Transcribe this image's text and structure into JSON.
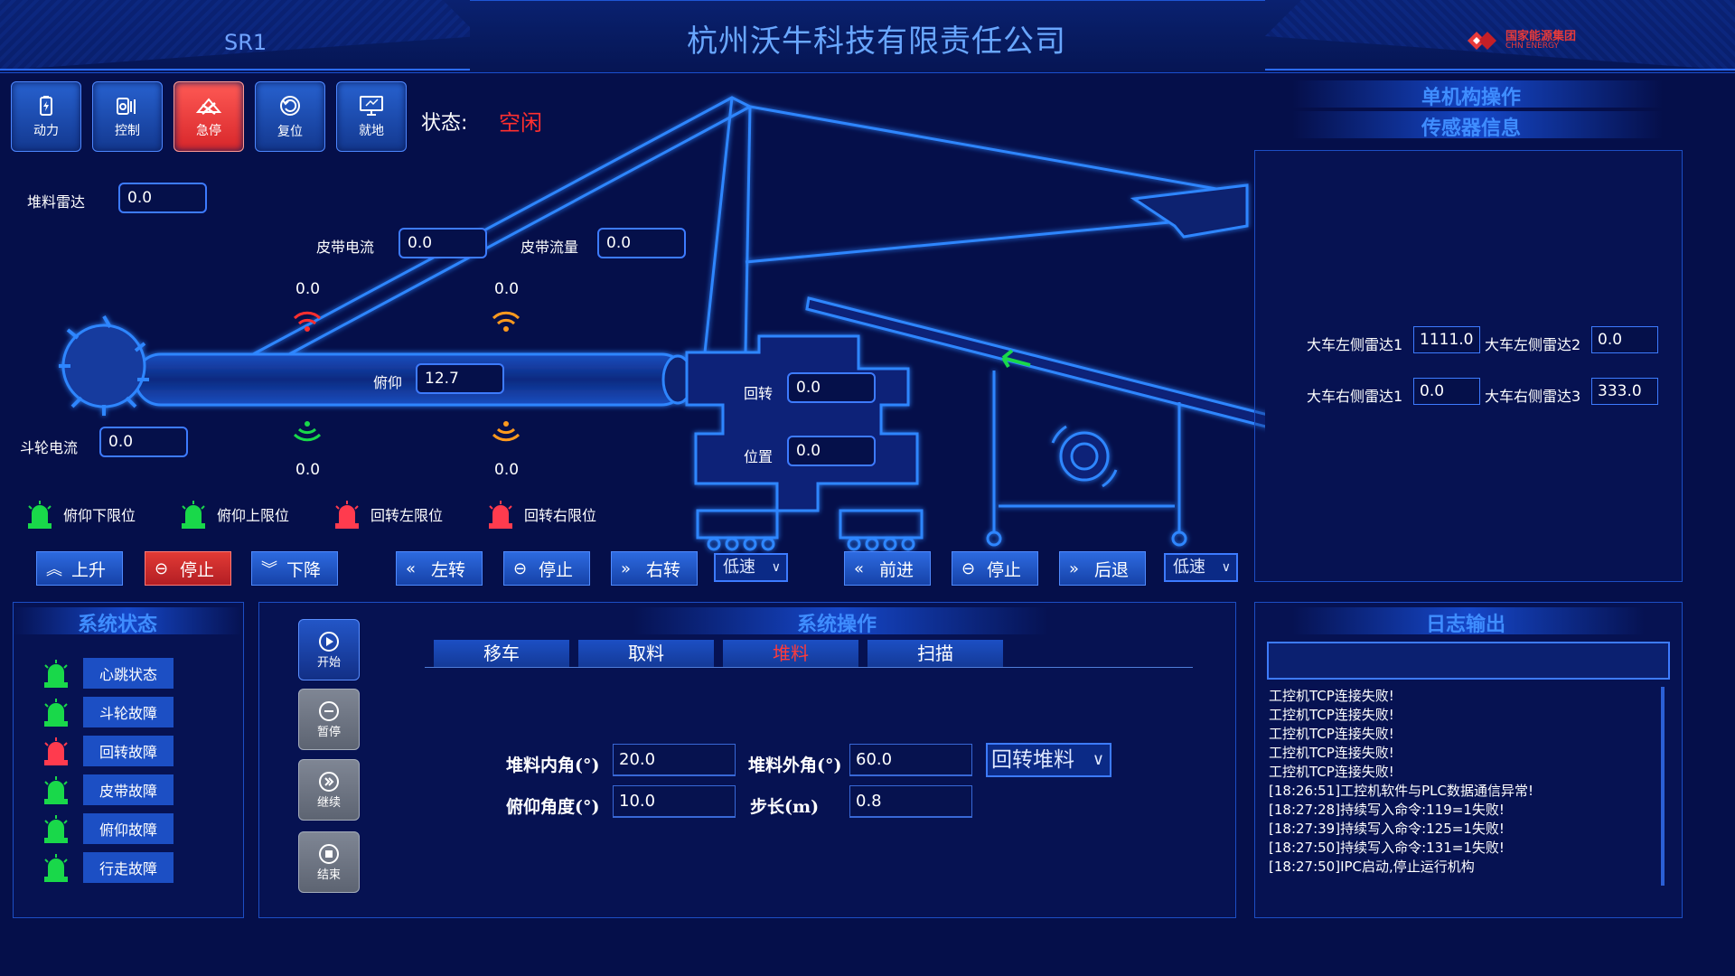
{
  "header": {
    "station": "SR1",
    "title": "杭州沃牛科技有限责任公司",
    "brand_cn": "国家能源集团",
    "brand_en": "CHN ENERGY"
  },
  "toolbar": {
    "power": "动力",
    "control": "控制",
    "estop": "急停",
    "reset": "复位",
    "local": "就地",
    "status_label": "状态:",
    "status_value": "空闲"
  },
  "machine": {
    "stack_radar_label": "堆料雷达",
    "stack_radar": "0.0",
    "belt_current_label": "皮带电流",
    "belt_current": "0.0",
    "belt_flow_label": "皮带流量",
    "belt_flow": "0.0",
    "pitch_label": "俯仰",
    "pitch": "12.7",
    "bucket_current_label": "斗轮电流",
    "bucket_current": "0.0",
    "slew_label": "回转",
    "slew": "0.0",
    "position_label": "位置",
    "position": "0.0",
    "radar_top_left": "0.0",
    "radar_top_right": "0.0",
    "radar_bottom_left": "0.0",
    "radar_bottom_right": "0.0"
  },
  "limits": [
    {
      "label": "俯仰下限位",
      "color": "#19d84a"
    },
    {
      "label": "俯仰上限位",
      "color": "#19d84a"
    },
    {
      "label": "回转左限位",
      "color": "#ff3b4e"
    },
    {
      "label": "回转右限位",
      "color": "#ff3b4e"
    }
  ],
  "controls": {
    "up": "上升",
    "stop1": "停止",
    "down": "下降",
    "left": "左转",
    "stop2": "停止",
    "right": "右转",
    "speed1": "低速",
    "forward": "前进",
    "stop3": "停止",
    "backward": "后退",
    "speed2": "低速"
  },
  "right_panel": {
    "single_op": "单机构操作",
    "sensor_info": "传感器信息",
    "left_radar1_label": "大车左侧雷达1",
    "left_radar1": "1111.0",
    "left_radar2_label": "大车左侧雷达2",
    "left_radar2": "0.0",
    "right_radar1_label": "大车右侧雷达1",
    "right_radar1": "0.0",
    "right_radar3_label": "大车右侧雷达3",
    "right_radar3": "333.0"
  },
  "system_status": {
    "title": "系统状态",
    "items": [
      {
        "label": "心跳状态",
        "color": "#19d84a"
      },
      {
        "label": "斗轮故障",
        "color": "#19d84a"
      },
      {
        "label": "回转故障",
        "color": "#ff3b4e"
      },
      {
        "label": "皮带故障",
        "color": "#19d84a"
      },
      {
        "label": "俯仰故障",
        "color": "#19d84a"
      },
      {
        "label": "行走故障",
        "color": "#19d84a"
      }
    ]
  },
  "system_ops": {
    "title": "系统操作",
    "start": "开始",
    "pause": "暂停",
    "continue": "继续",
    "end": "结束",
    "tabs": [
      "移车",
      "取料",
      "堆料",
      "扫描"
    ],
    "active_tab": 2,
    "inner_angle_label": "堆料内角(°)",
    "inner_angle": "20.0",
    "outer_angle_label": "堆料外角(°)",
    "outer_angle": "60.0",
    "pitch_angle_label": "俯仰角度(°)",
    "pitch_angle": "10.0",
    "step_label": "步长(m)",
    "step": "0.8",
    "mode": "回转堆料"
  },
  "log": {
    "title": "日志输出",
    "lines": [
      "工控机TCP连接失败!",
      "工控机TCP连接失败!",
      "工控机TCP连接失败!",
      "工控机TCP连接失败!",
      "工控机TCP连接失败!",
      "[18:26:51]工控机软件与PLC数据通信异常!",
      "[18:27:28]持续写入命令:119=1失败!",
      "[18:27:39]持续写入命令:125=1失败!",
      "[18:27:50]持续写入命令:131=1失败!",
      "[18:27:50]IPC启动,停止运行机构"
    ]
  }
}
